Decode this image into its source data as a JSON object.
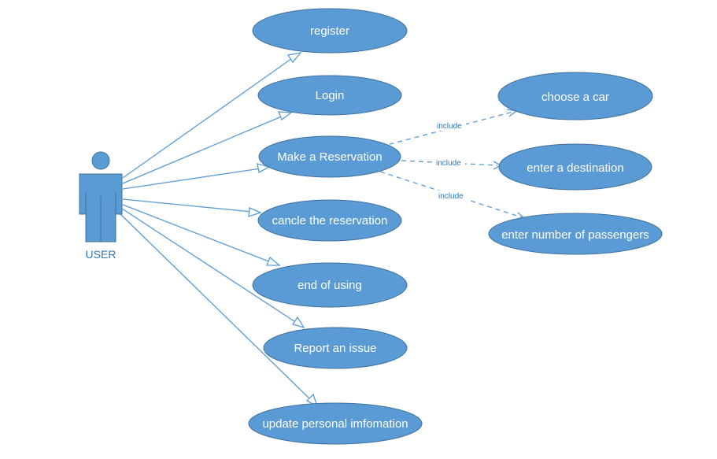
{
  "actor": {
    "label": "USER"
  },
  "use_cases": [
    {
      "id": "register",
      "label": "register"
    },
    {
      "id": "login",
      "label": "Login"
    },
    {
      "id": "make-reservation",
      "label": "Make a Reservation"
    },
    {
      "id": "cancel-reservation",
      "label": "cancle the reservation"
    },
    {
      "id": "end-of-using",
      "label": "end of using"
    },
    {
      "id": "report-issue",
      "label": "Report an issue"
    },
    {
      "id": "update-info",
      "label": "update personal imfomation"
    },
    {
      "id": "choose-car",
      "label": "choose a car"
    },
    {
      "id": "enter-destination",
      "label": "enter a destination"
    },
    {
      "id": "enter-passengers",
      "label": "enter number of passengers"
    }
  ],
  "relations": {
    "include_label": "include"
  },
  "colors": {
    "use_case_fill": "#5b9bd5",
    "use_case_stroke": "#41719c",
    "line": "#5b9bd5",
    "label_text": "#2e75b6"
  }
}
